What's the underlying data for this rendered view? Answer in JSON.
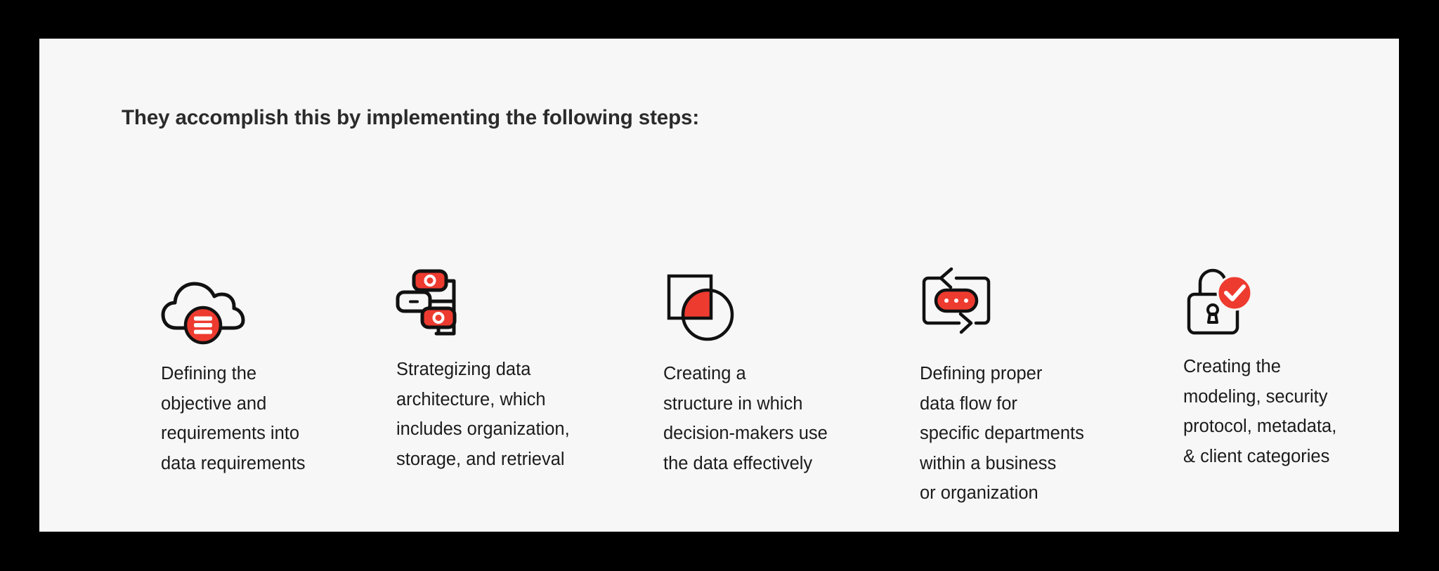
{
  "page": {
    "background_color": "#000000",
    "card_background": "#F7F7F7",
    "accent_red": "#EE3B30",
    "text_color": "#1B1B1B",
    "heading_color": "#2B2B2B"
  },
  "heading": {
    "text": "They accomplish this by implementing the following steps:"
  },
  "steps": [
    {
      "icon": "cloud-database-icon",
      "caption": "Defining the\nobjective and\nrequirements into\ndata requirements"
    },
    {
      "icon": "data-architecture-flowchart-icon",
      "caption": "Strategizing data\narchitecture, which\nincludes organization,\nstorage, and retrieval"
    },
    {
      "icon": "square-circle-intersection-icon",
      "caption": "Creating a\nstructure in which\ndecision-makers use\nthe data effectively"
    },
    {
      "icon": "data-flow-cycle-icon",
      "caption": "Defining proper\ndata flow for\nspecific departments\nwithin a business\nor organization"
    },
    {
      "icon": "lock-check-icon",
      "caption": "Creating the\nmodeling, security\nprotocol, metadata,\n& client categories"
    }
  ]
}
